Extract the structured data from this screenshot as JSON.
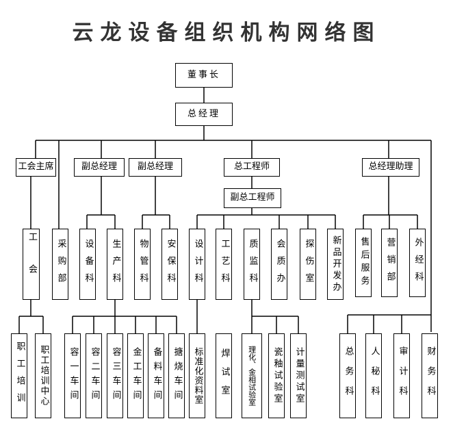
{
  "title": "云龙设备组织机构网络图",
  "nodes": {
    "chairman": "董事长",
    "gm": "总经理",
    "union_chair": "工会主席",
    "dgm1": "副总经理",
    "dgm2": "副总经理",
    "chief_engineer": "总工程师",
    "gm_assistant": "总经理助理",
    "deputy_chief_engineer": "副总工程师",
    "union": "工会",
    "purchasing": "采购部",
    "equipment": "设备科",
    "production": "生产科",
    "materials_mgmt": "物管科",
    "safety": "安保科",
    "design": "设计科",
    "process": "工艺科",
    "quality_supervision": "质监科",
    "quality_office": "会质办",
    "flaw_detection": "探伤室",
    "new_product": "新品开发办",
    "after_sales": "售后服务",
    "marketing": "营销部",
    "foreign_trade": "外经科",
    "staff_training": "职工培训",
    "training_center": "职工培训中心",
    "vessel1": "容一车间",
    "vessel2": "容二车间",
    "vessel3": "容三车间",
    "metalwork": "金工车间",
    "material_prep": "备料车间",
    "welding": "搪烧车间",
    "standard_data": "标准化资料室",
    "weld_test": "焊试室",
    "physchem_lab": "理化、金相试验室",
    "enamel_lab": "瓷釉试验室",
    "metrology": "计量测试室",
    "general_affairs": "总务科",
    "personnel": "人秘科",
    "audit": "审计科",
    "finance": "财务科"
  }
}
